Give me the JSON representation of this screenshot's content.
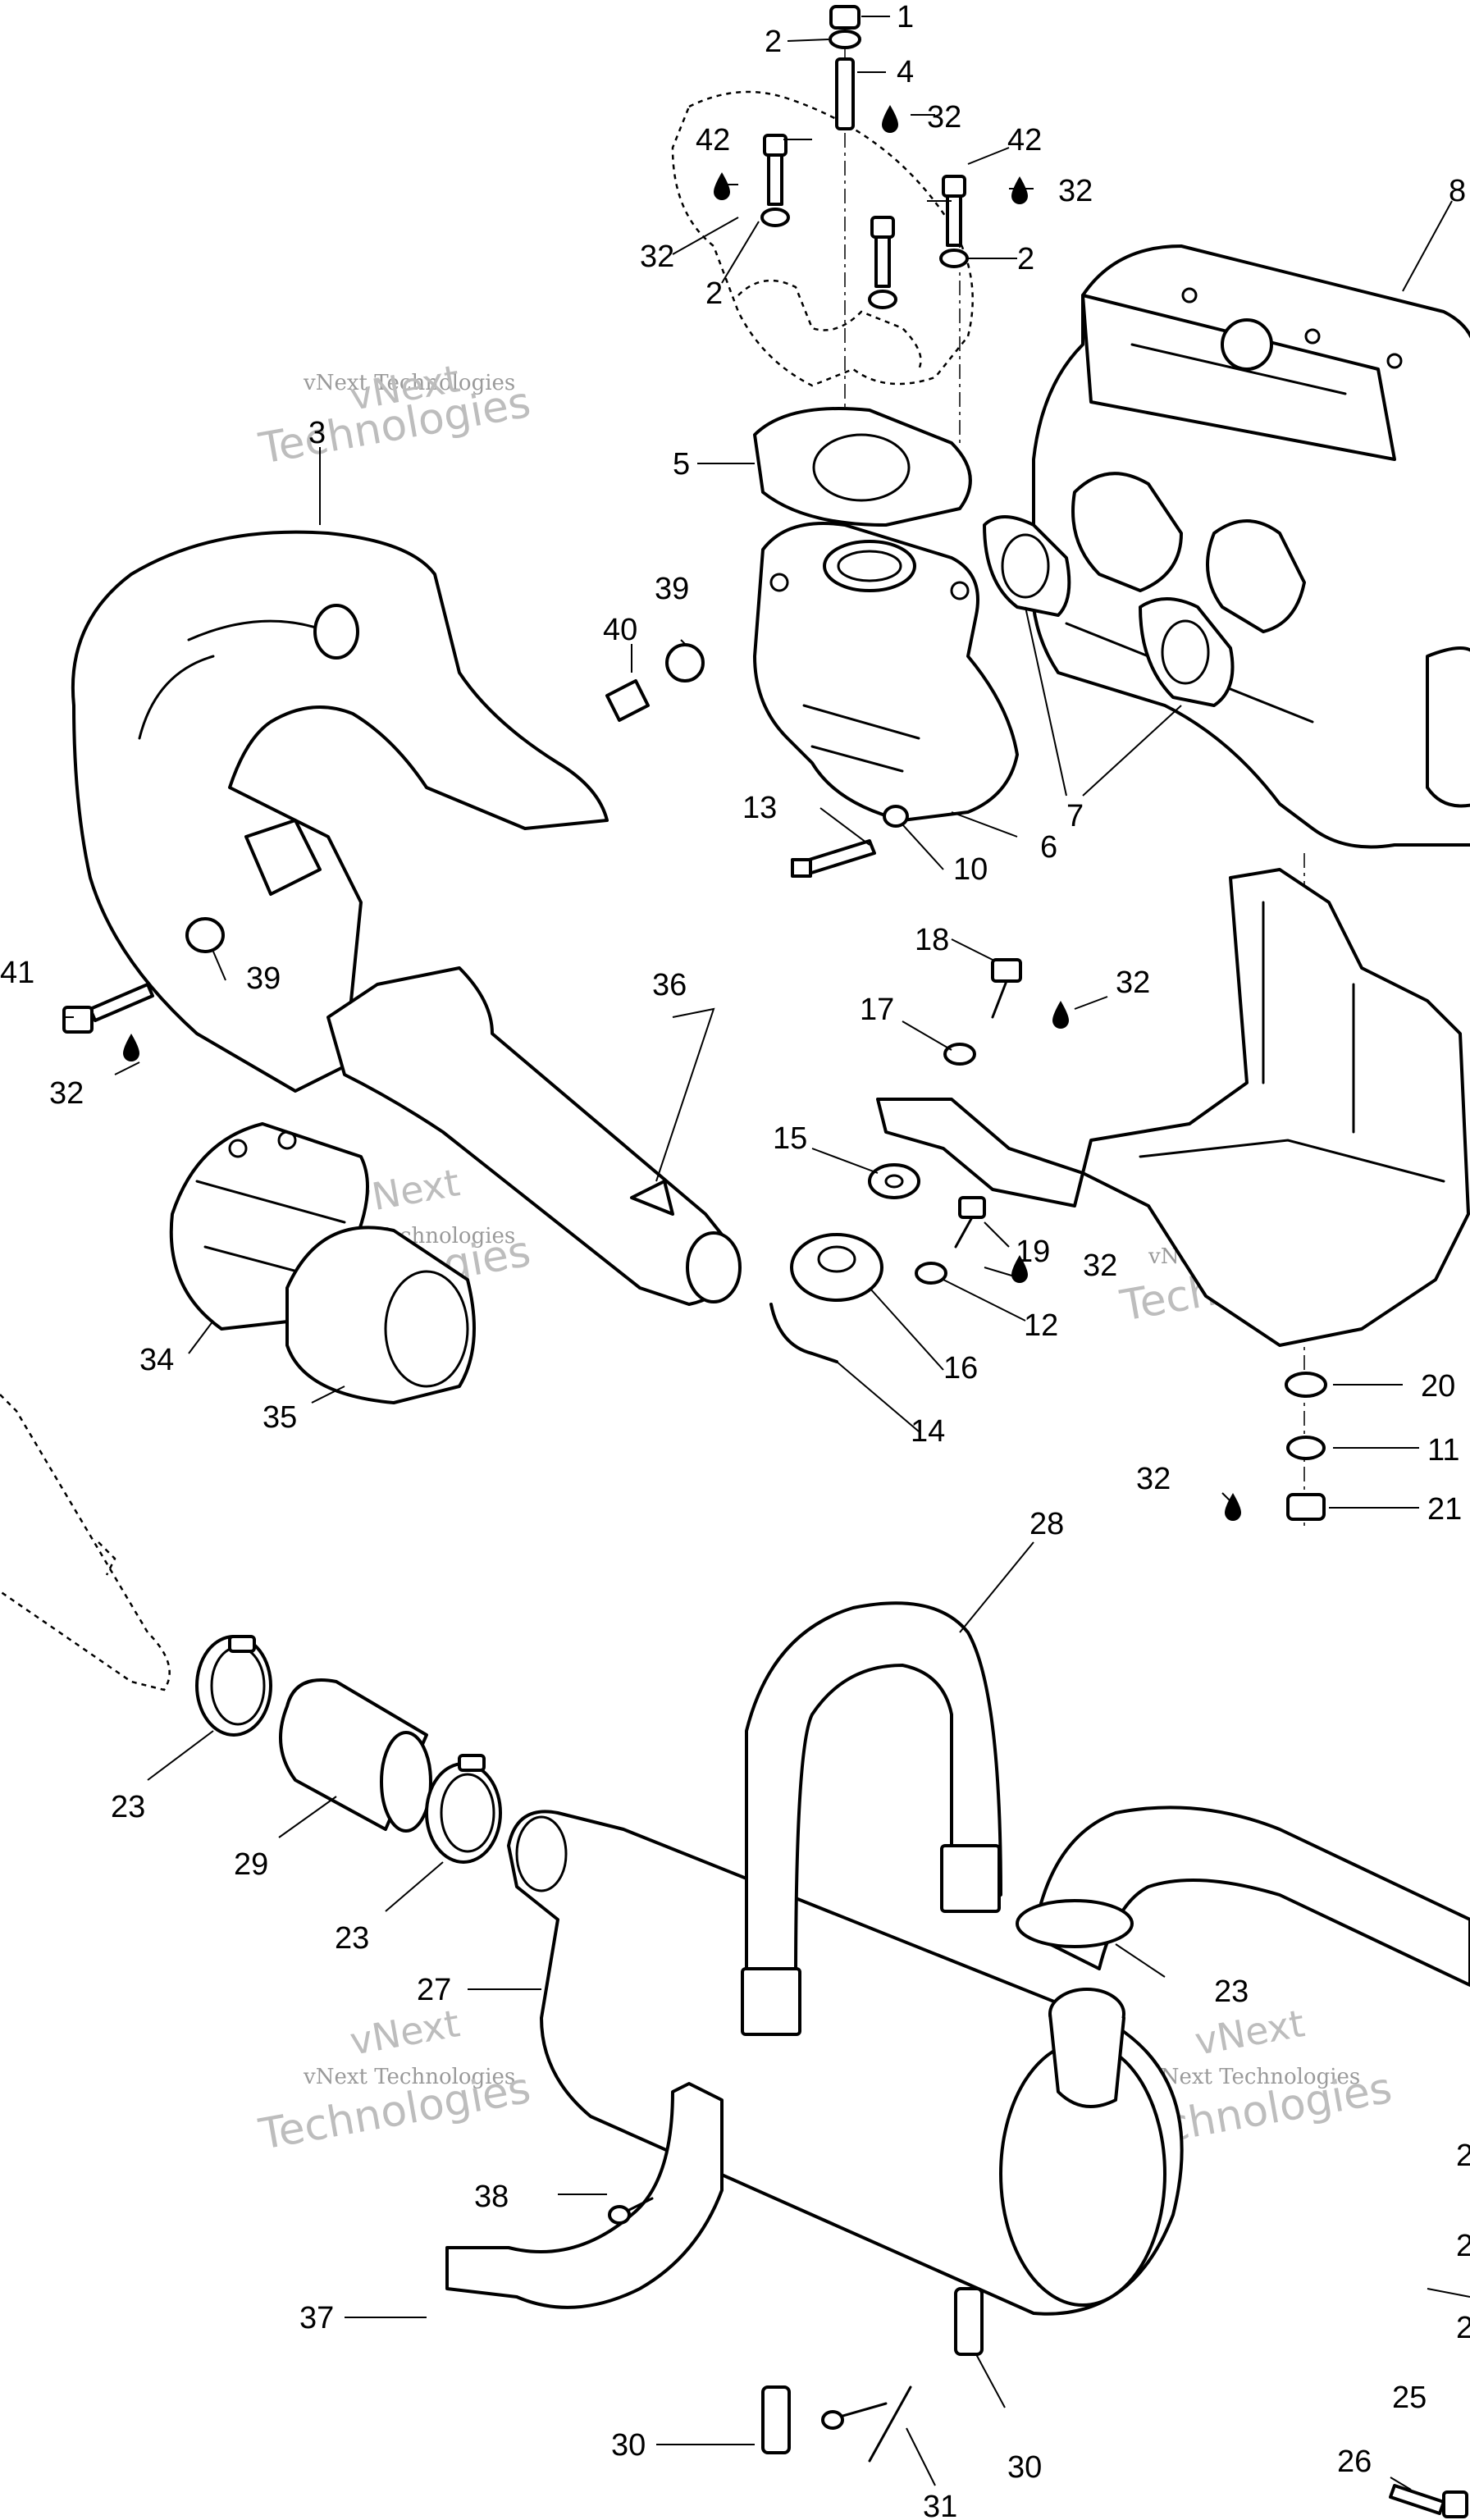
{
  "watermark": {
    "line1": "vNext",
    "line2": "Technologies",
    "small": "vNext Technologies"
  },
  "callouts": {
    "c1": "1",
    "c2a": "2",
    "c4": "4",
    "c32a": "32",
    "c42a": "42",
    "c42b": "42",
    "c32b": "32",
    "c32c": "32",
    "c2b": "2",
    "c2c": "2",
    "c8": "8",
    "c3": "3",
    "c5": "5",
    "c39a": "39",
    "c40": "40",
    "c7": "7",
    "c13": "13",
    "c10": "10",
    "c6": "6",
    "c41": "41",
    "c39b": "39",
    "c32d": "32",
    "c36": "36",
    "c18": "18",
    "c32e": "32",
    "c17": "17",
    "c15": "15",
    "c19": "19",
    "c32f": "32",
    "c12": "12",
    "c16": "16",
    "c14": "14",
    "c34": "34",
    "c35": "35",
    "c20": "20",
    "c11": "11",
    "c32g": "32",
    "c21": "21",
    "c28": "28",
    "c23a": "23",
    "c29": "29",
    "c23b": "23",
    "c23c": "23",
    "c27": "27",
    "c38": "38",
    "c37": "37",
    "c2d": "2",
    "c2e": "2",
    "c2f": "2",
    "c25": "25",
    "c26": "26",
    "c30a": "30",
    "c30b": "30",
    "c31": "31"
  }
}
